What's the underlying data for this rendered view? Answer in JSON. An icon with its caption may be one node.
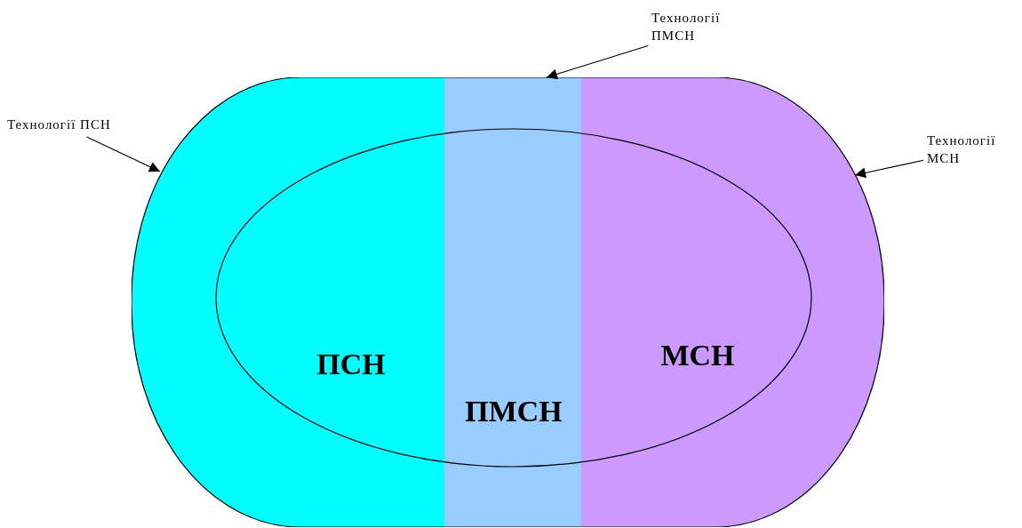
{
  "diagram": {
    "nodes": [
      {
        "text": [
          "Технології ПСН"
        ]
      },
      {
        "text": [
          "Технології ПМСН"
        ]
      },
      {
        "text": [
          "Технології МСН"
        ]
      },
      {
        "text": [
          "ПСН"
        ]
      },
      {
        "text": [
          "ПМСН"
        ]
      },
      {
        "text": [
          "МСН"
        ]
      }
    ],
    "edges": [
      {
        "from": 0,
        "to": 3,
        "arrow": "to"
      },
      {
        "from": 1,
        "to": 4,
        "arrow": "to"
      },
      {
        "from": 2,
        "to": 5,
        "arrow": "to"
      }
    ]
  }
}
